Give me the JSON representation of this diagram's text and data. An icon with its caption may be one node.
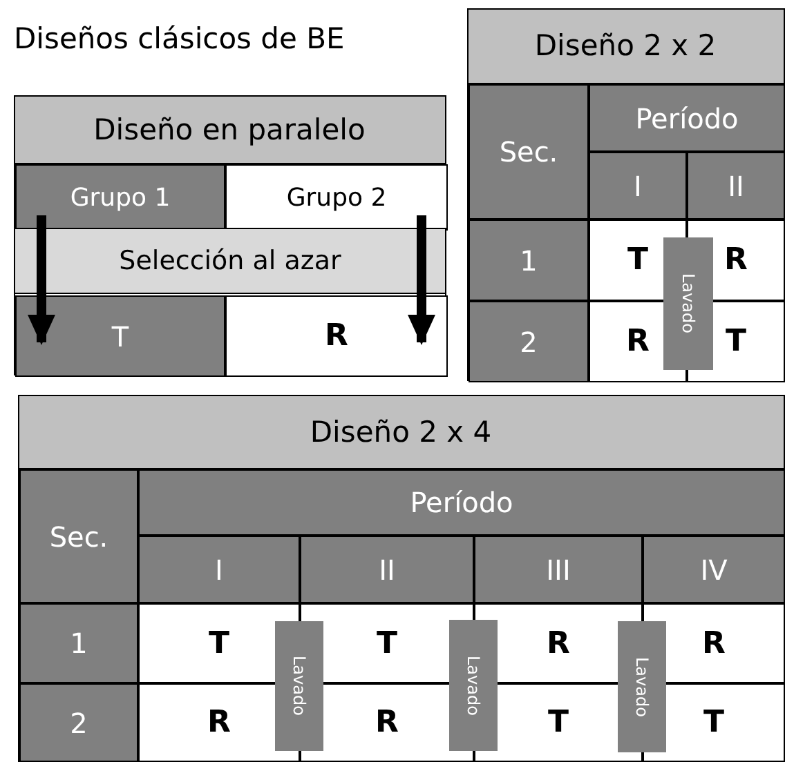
{
  "diagram": {
    "title": "Diseños clásicos de BE",
    "nodes": [
      {
        "text": [
          "Diseño en paralelo"
        ]
      },
      {
        "text": [
          "Grupo 1"
        ],
        "in": 0
      },
      {
        "text": [
          "Grupo 2"
        ],
        "in": 0
      },
      {
        "text": [
          "T"
        ],
        "in": 0
      },
      {
        "text": [
          "R"
        ],
        "in": 0
      },
      {
        "text": [
          "Diseño 2 x 2"
        ]
      },
      {
        "text": [
          "Sec."
        ],
        "in": 5
      },
      {
        "text": [
          "Período"
        ],
        "in": 5
      },
      {
        "text": [
          "I"
        ],
        "in": 5
      },
      {
        "text": [
          "II"
        ],
        "in": 5
      },
      {
        "text": [
          "1"
        ],
        "in": 5
      },
      {
        "text": [
          "T"
        ],
        "in": 5
      },
      {
        "text": [
          "R"
        ],
        "in": 5
      },
      {
        "text": [
          "2"
        ],
        "in": 5
      },
      {
        "text": [
          "R"
        ],
        "in": 5
      },
      {
        "text": [
          "T"
        ],
        "in": 5
      },
      {
        "text": [
          "Lavado"
        ],
        "in": 5
      },
      {
        "text": [
          "Diseño 2 x 4"
        ]
      },
      {
        "text": [
          "Sec."
        ],
        "in": 17
      },
      {
        "text": [
          "Período"
        ],
        "in": 17
      },
      {
        "text": [
          "I"
        ],
        "in": 17
      },
      {
        "text": [
          "II"
        ],
        "in": 17
      },
      {
        "text": [
          "III"
        ],
        "in": 17
      },
      {
        "text": [
          "IV"
        ],
        "in": 17
      },
      {
        "text": [
          "1"
        ],
        "in": 17
      },
      {
        "text": [
          "T"
        ],
        "in": 17
      },
      {
        "text": [
          "T"
        ],
        "in": 17
      },
      {
        "text": [
          "R"
        ],
        "in": 17
      },
      {
        "text": [
          "R"
        ],
        "in": 17
      },
      {
        "text": [
          "2"
        ],
        "in": 17
      },
      {
        "text": [
          "R"
        ],
        "in": 17
      },
      {
        "text": [
          "R"
        ],
        "in": 17
      },
      {
        "text": [
          "T"
        ],
        "in": 17
      },
      {
        "text": [
          "T"
        ],
        "in": 17
      },
      {
        "text": [
          "Lavado"
        ],
        "in": 17
      },
      {
        "text": [
          "Lavado"
        ],
        "in": 17
      },
      {
        "text": [
          "Lavado"
        ],
        "in": 17
      }
    ],
    "edges": [
      {
        "from": 1,
        "to": 3,
        "arrow": "to"
      },
      {
        "from": 2,
        "to": 4,
        "arrow": "to"
      }
    ],
    "labels": [
      "Selección al azar"
    ]
  }
}
